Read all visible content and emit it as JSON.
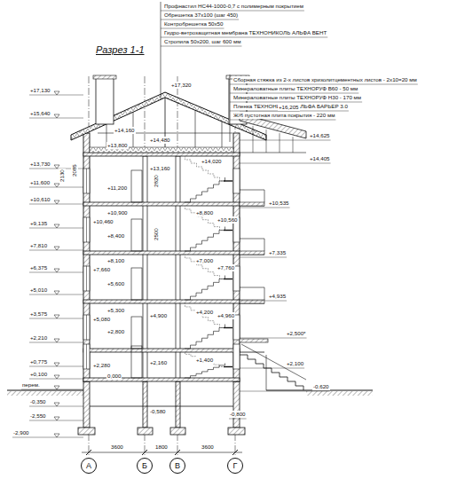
{
  "diagram": {
    "title": "Разрез 1-1",
    "nodes": [
      {
        "text": [
          "А"
        ]
      },
      {
        "text": [
          "Б"
        ]
      },
      {
        "text": [
          "В"
        ]
      },
      {
        "text": [
          "Г"
        ]
      }
    ],
    "labels": [
      "Профнастил НС44-1000-0,7 с полимерным покрытием",
      "Обрешетка 37х100 (шаг 450)",
      "Контробрешетка 50х50",
      "Гидро-ветрозащитная мембрана ТЕХНОНИКОЛЬ АЛЬФА ВЕНТ",
      "Стропила 50х200, шаг 600 мм",
      "Сборная стяжка из 2-х листов хризолитцементных листов - 2х10=20 мм",
      "Минераловатные плиты ТЕХНОРУФ В60 - 50 мм",
      "Минераловатные плиты ТЕХНОРУФ Н30 - 170 мм",
      "Пленка ТЕХНОНИКОЛЬ АЛЬФА БАРЬЕР 3.0",
      "Ж/б пустотная плита покрытия - 220 мм",
      "+17,130",
      "+15,640",
      "+13,730",
      "+11,600",
      "+10,610",
      "+9,135",
      "+7,810",
      "+6,375",
      "+5,010",
      "+3,575",
      "+2,210",
      "+0,775",
      "+0,100",
      "перем.",
      "-0,350",
      "-2,550",
      "-2,900",
      "2130",
      "2085",
      "2820",
      "2500",
      "+17,320",
      "+14,160",
      "+14,480",
      "+13,800",
      "+13,160",
      "+14,020",
      "+11,200",
      "+10,900",
      "+10,460",
      "+10,560",
      "+8,800",
      "+8,400",
      "+8,100",
      "+7,660",
      "+7,000",
      "+7,760",
      "+5,600",
      "+5,300",
      "+5,080",
      "+4,900",
      "+4,200",
      "+4,960",
      "+2,800",
      "+2,280",
      "+2,160",
      "+1,400",
      "0,000",
      "-0,580",
      "+16,205",
      "+14,625",
      "+14,405",
      "+10,535",
      "+7,335",
      "+4,935",
      "+2,500*",
      "+2,100",
      "-0,620",
      "-0,800",
      "3600",
      "1800",
      "3600"
    ]
  }
}
